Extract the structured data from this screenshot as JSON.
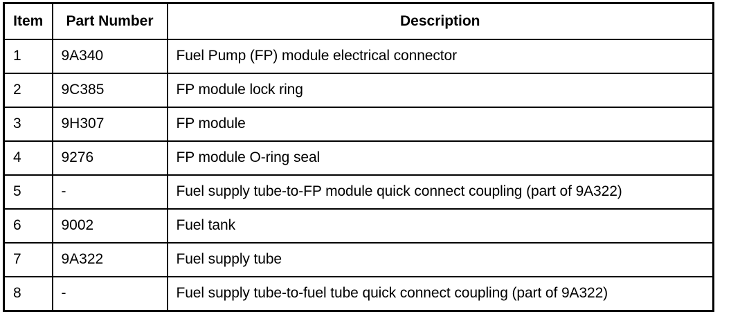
{
  "table": {
    "columns": [
      {
        "key": "item",
        "label": "Item"
      },
      {
        "key": "part_number",
        "label": "Part Number"
      },
      {
        "key": "description",
        "label": "Description"
      }
    ],
    "rows": [
      {
        "item": "1",
        "part_number": "9A340",
        "description": "Fuel Pump (FP) module electrical connector"
      },
      {
        "item": "2",
        "part_number": "9C385",
        "description": "FP module lock ring"
      },
      {
        "item": "3",
        "part_number": "9H307",
        "description": "FP module"
      },
      {
        "item": "4",
        "part_number": "9276",
        "description": "FP module O-ring seal"
      },
      {
        "item": "5",
        "part_number": "-",
        "description": "Fuel supply tube-to-FP module quick connect coupling (part of 9A322)"
      },
      {
        "item": "6",
        "part_number": "9002",
        "description": "Fuel tank"
      },
      {
        "item": "7",
        "part_number": "9A322",
        "description": "Fuel supply tube"
      },
      {
        "item": "8",
        "part_number": "-",
        "description": "Fuel supply tube-to-fuel tube quick connect coupling (part of 9A322)"
      }
    ]
  },
  "colors": {
    "border": "#000000",
    "background": "#ffffff",
    "text": "#000000"
  }
}
